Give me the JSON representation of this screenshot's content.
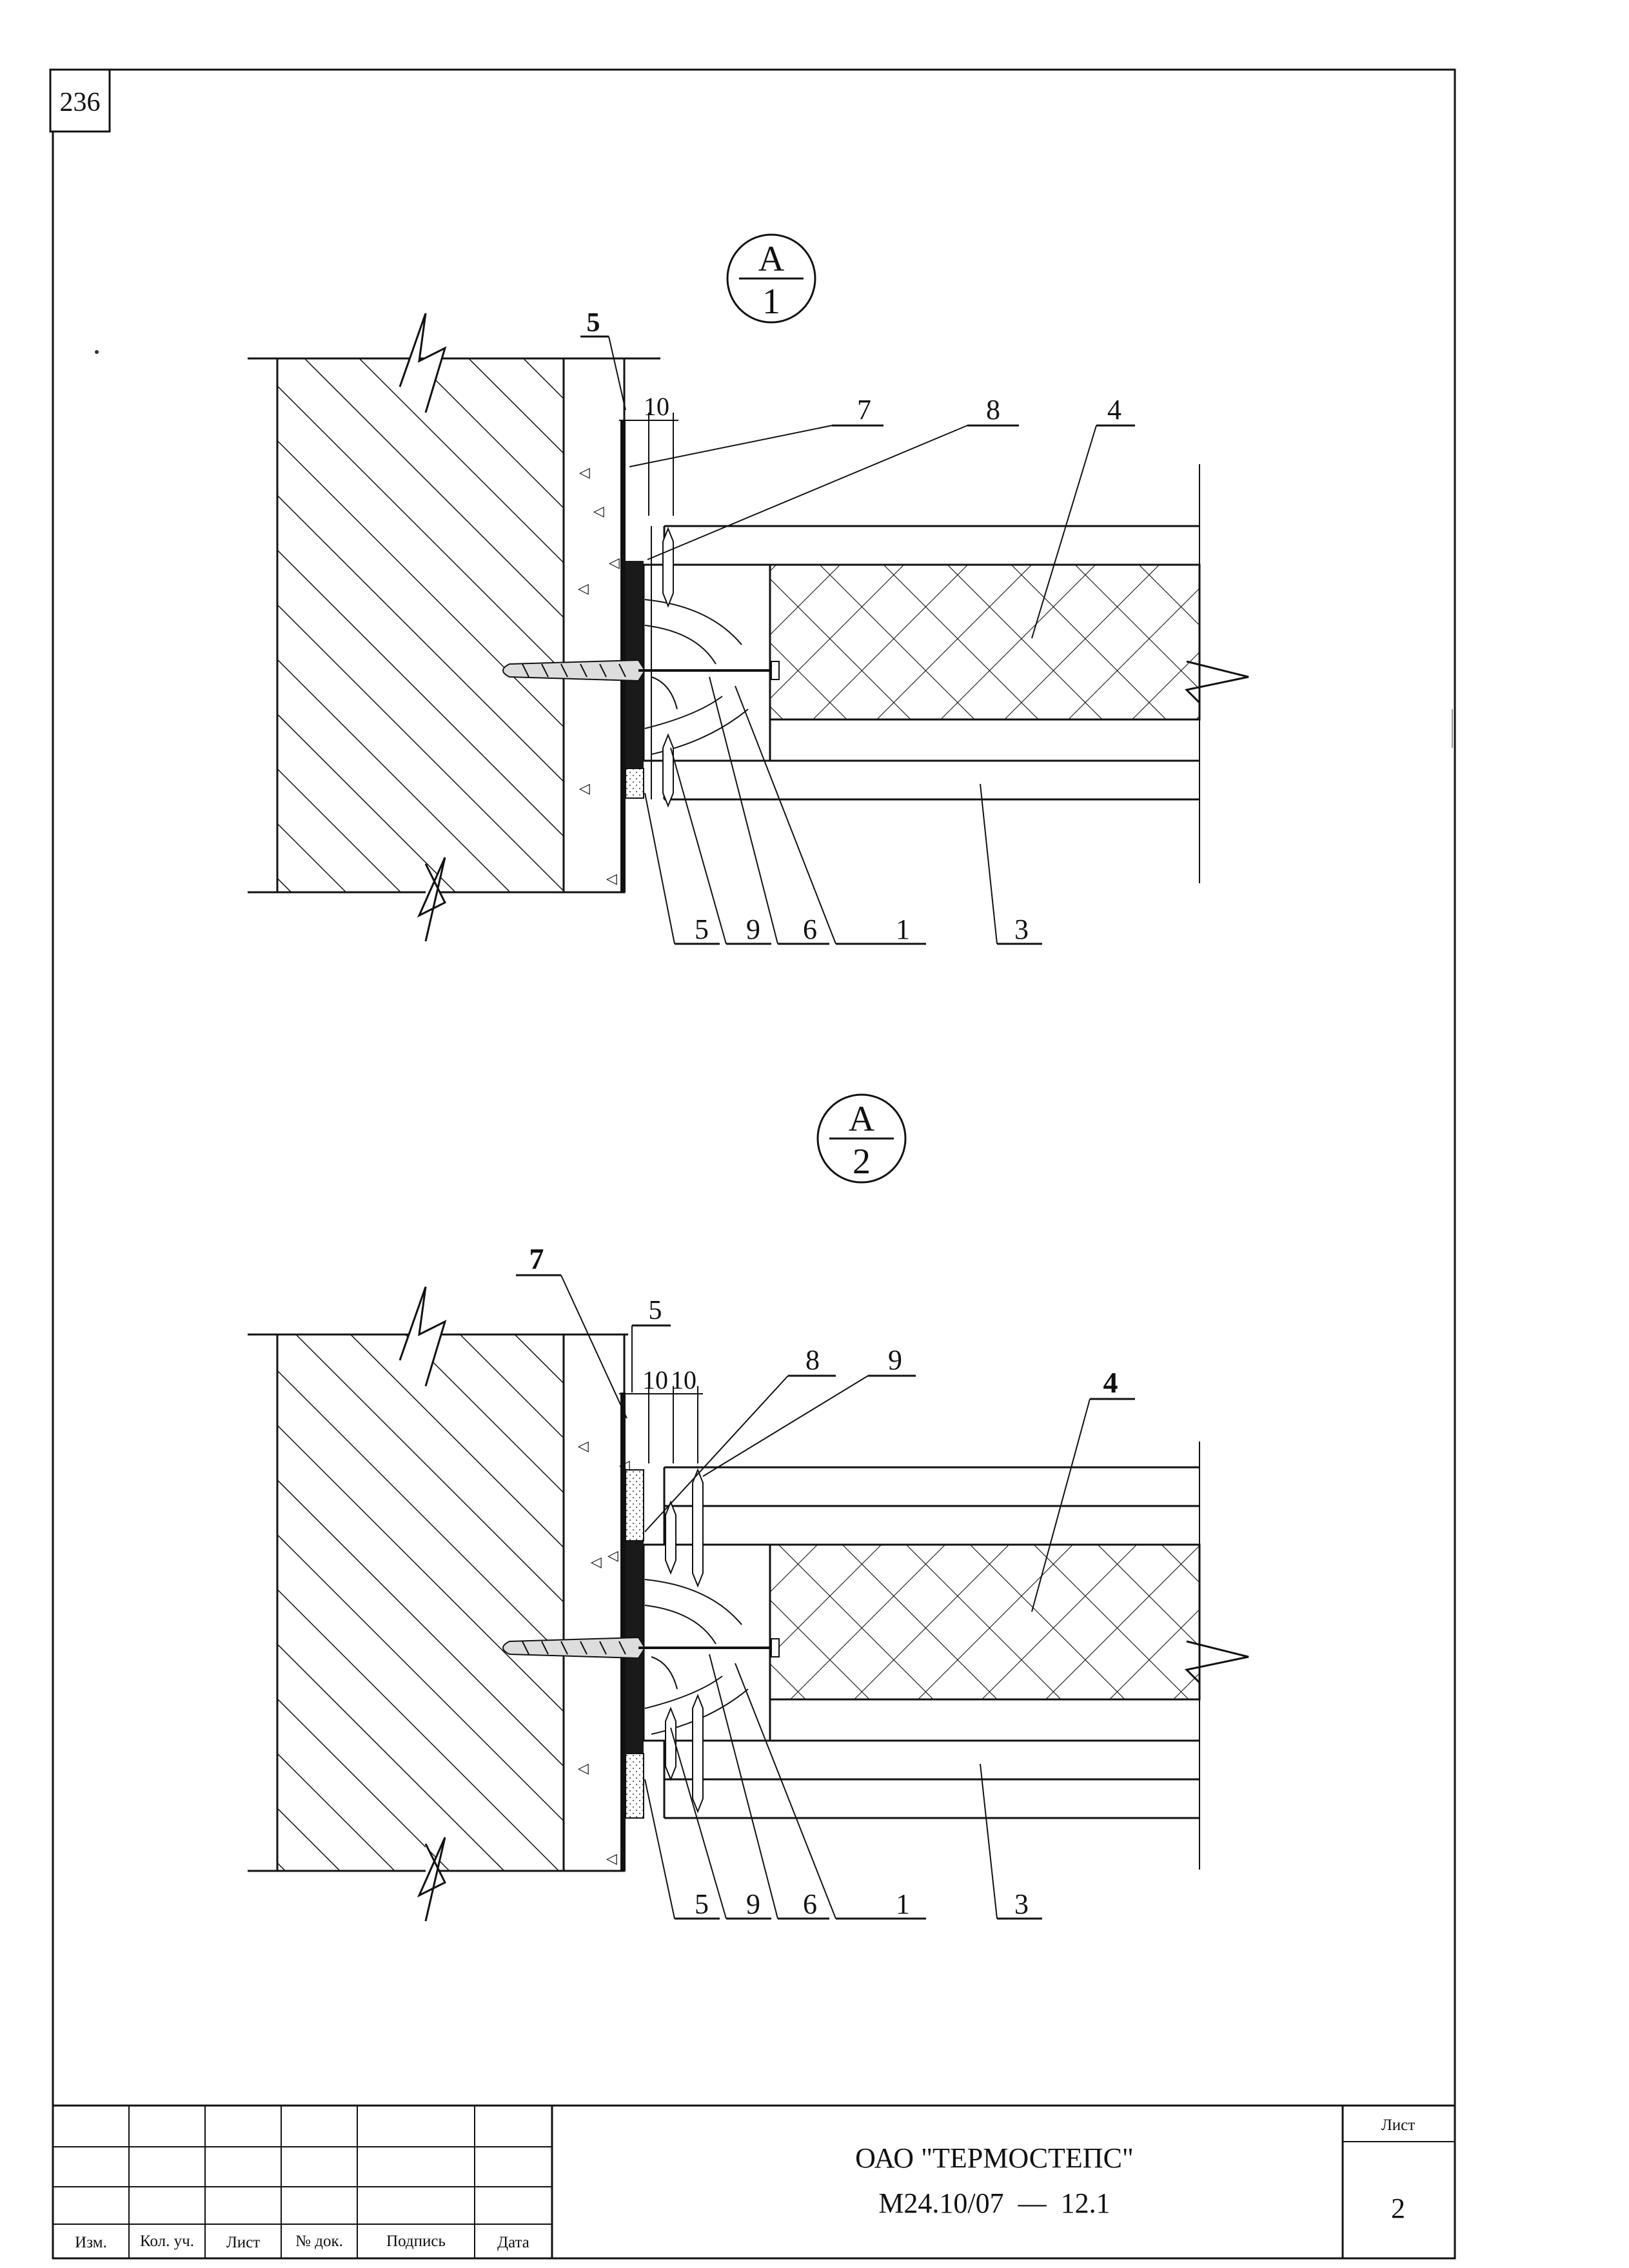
{
  "sheet_number": "236",
  "details": [
    {
      "id": "A1",
      "marker": {
        "top": "A",
        "bottom": "1"
      },
      "dimension_labels": [
        "10"
      ],
      "callouts_top": [
        "5",
        "7",
        "8",
        "4"
      ],
      "callouts_bottom": [
        "5",
        "9",
        "6",
        "1",
        "3"
      ]
    },
    {
      "id": "A2",
      "marker": {
        "top": "A",
        "bottom": "2"
      },
      "dimension_labels": [
        "10",
        "10"
      ],
      "callouts_top": [
        "7",
        "5",
        "8",
        "9",
        "4"
      ],
      "callouts_bottom": [
        "5",
        "9",
        "6",
        "1",
        "3"
      ]
    }
  ],
  "title_block": {
    "headers": [
      "Изм.",
      "Кол. уч.",
      "Лист",
      "№ док.",
      "Подпись",
      "Дата"
    ],
    "company": "ОАО \"ТЕРМОСТЕПС\"",
    "document_code": "М24.10/07  —  12.1",
    "sheet_label": "Лист",
    "sheet_value": "2"
  }
}
